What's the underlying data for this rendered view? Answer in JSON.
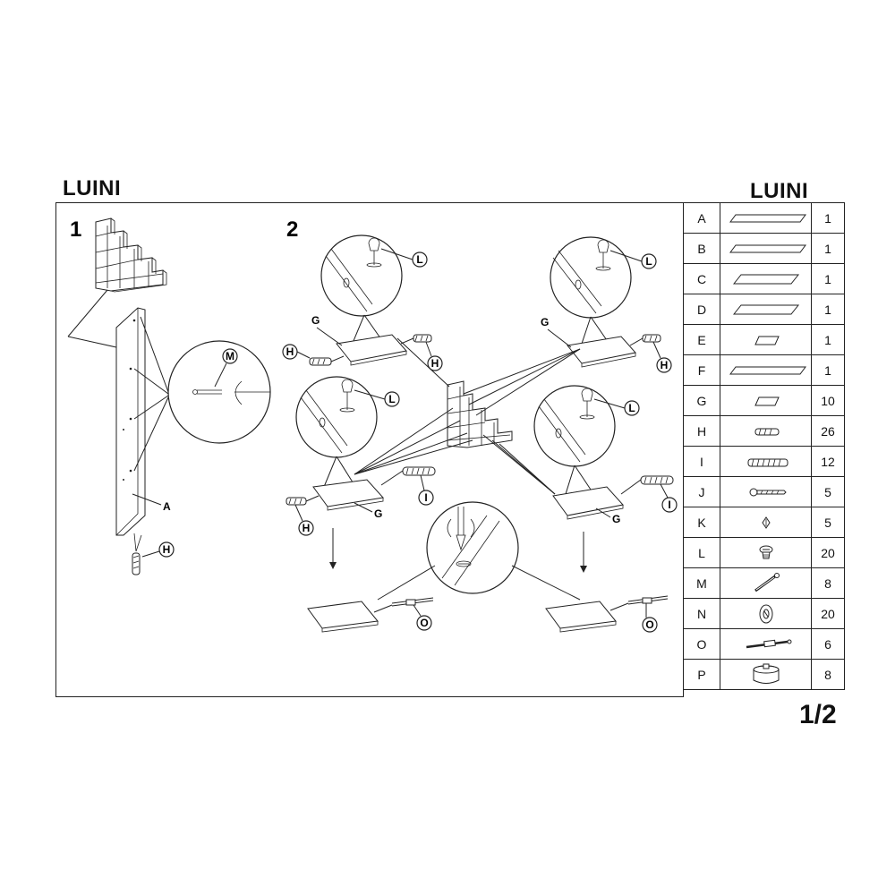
{
  "header": {
    "title_left": "LUINI",
    "title_right": "LUINI",
    "page": "1/2"
  },
  "steps": [
    {
      "number": "1",
      "callouts": [
        "M",
        "A",
        "H"
      ]
    },
    {
      "number": "2",
      "callouts": [
        "L",
        "L",
        "L",
        "L",
        "G",
        "G",
        "G",
        "G",
        "H",
        "H",
        "H",
        "H",
        "I",
        "I",
        "O",
        "O"
      ]
    }
  ],
  "parts": [
    {
      "letter": "A",
      "icon": "long-panel-icon",
      "qty": "1"
    },
    {
      "letter": "B",
      "icon": "long-panel-icon",
      "qty": "1"
    },
    {
      "letter": "C",
      "icon": "medium-panel-icon",
      "qty": "1"
    },
    {
      "letter": "D",
      "icon": "medium-panel-icon",
      "qty": "1"
    },
    {
      "letter": "E",
      "icon": "small-panel-icon",
      "qty": "1"
    },
    {
      "letter": "F",
      "icon": "long-panel-icon",
      "qty": "1"
    },
    {
      "letter": "G",
      "icon": "small-panel-icon",
      "qty": "10"
    },
    {
      "letter": "H",
      "icon": "short-dowel-icon",
      "qty": "26"
    },
    {
      "letter": "I",
      "icon": "long-dowel-icon",
      "qty": "12"
    },
    {
      "letter": "J",
      "icon": "screw-icon",
      "qty": "5"
    },
    {
      "letter": "K",
      "icon": "wall-plug-icon",
      "qty": "5"
    },
    {
      "letter": "L",
      "icon": "cam-lock-icon",
      "qty": "20"
    },
    {
      "letter": "M",
      "icon": "cam-bolt-icon",
      "qty": "8"
    },
    {
      "letter": "N",
      "icon": "washer-icon",
      "qty": "20"
    },
    {
      "letter": "O",
      "icon": "connector-bolt-icon",
      "qty": "6"
    },
    {
      "letter": "P",
      "icon": "foot-cap-icon",
      "qty": "8"
    }
  ]
}
